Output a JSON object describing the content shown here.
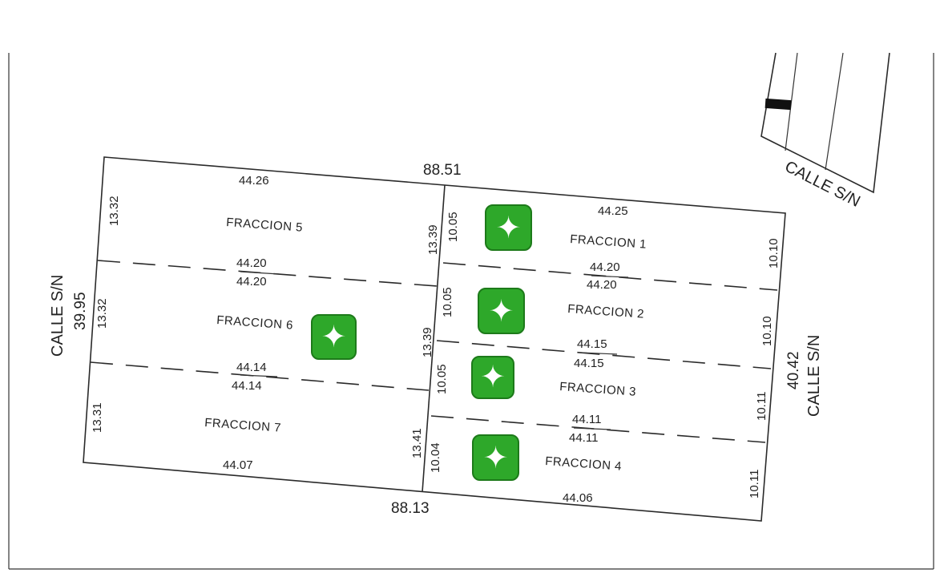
{
  "streets": {
    "left": "CALLE S/N",
    "right": "CALLE S/N",
    "top_right": "CALLE S/N"
  },
  "frontages": {
    "left_total": "39.95",
    "right_total": "40.42",
    "top_total": "88.51",
    "bottom_total": "88.13"
  },
  "fractions": [
    {
      "name": "FRACCION 1",
      "highlighted": true
    },
    {
      "name": "FRACCION 2",
      "highlighted": true
    },
    {
      "name": "FRACCION 3",
      "highlighted": true
    },
    {
      "name": "FRACCION 4",
      "highlighted": true
    },
    {
      "name": "FRACCION 5",
      "highlighted": false
    },
    {
      "name": "FRACCION 6",
      "highlighted": true
    },
    {
      "name": "FRACCION 7",
      "highlighted": false
    }
  ],
  "dimensions": {
    "top_left": "44.26",
    "top_right": "44.25",
    "bottom_left": "44.07",
    "bottom_right": "44.06",
    "div_5_6_a": "44.20",
    "div_5_6_b": "44.20",
    "div_6_7_a": "44.14",
    "div_6_7_b": "44.14",
    "div_1_2_a": "44.20",
    "div_1_2_b": "44.20",
    "div_2_3_a": "44.15",
    "div_2_3_b": "44.15",
    "div_3_4_a": "44.11",
    "div_3_4_b": "44.11",
    "left_side_5": "13.32",
    "left_side_6": "13.32",
    "left_side_7": "13.31",
    "mid_left_5": "13.39",
    "mid_left_6": "13.39",
    "mid_left_7": "13.41",
    "mid_right_1": "10.05",
    "mid_right_2": "10.05",
    "mid_right_3": "10.05",
    "mid_right_4": "10.04",
    "right_side_1": "10.10",
    "right_side_2": "10.10",
    "right_side_3": "10.11",
    "right_side_4": "10.11"
  },
  "marker": {
    "icon": "sparkle-icon",
    "color": "#2ea82a",
    "glyph": "✦"
  }
}
